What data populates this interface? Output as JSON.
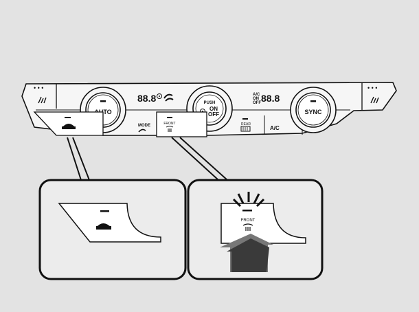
{
  "panel": {
    "left_knob_label": "AUTO",
    "center_knob_push": "PUSH",
    "center_knob_on": "ON",
    "center_knob_off": "OFF",
    "right_knob_label": "SYNC",
    "left_display": "88.8",
    "right_display": "88.8",
    "ac_status_top": "A/C",
    "ac_status_on": "ON",
    "ac_status_off": "OFF",
    "mode_label": "MODE",
    "front_label": "FRONT",
    "rear_label": "REAR",
    "ac_button_label": "A/C"
  },
  "callout_right": {
    "front_label": "FRONT"
  },
  "icons": {
    "recirculation": "recirculation-icon",
    "front_defrost": "front-defrost-icon",
    "rear_defrost": "rear-defrost-icon",
    "seat_heater": "seat-heater-icon",
    "fan": "fan-icon",
    "windshield": "windshield-icon"
  },
  "colors": {
    "background": "#e3e3e3",
    "panel": "#f6f6f6",
    "callout_fill": "#ececec",
    "highlight": "#ffffff",
    "arrow_dark": "#3a3a3a",
    "arrow_light": "#777777"
  }
}
